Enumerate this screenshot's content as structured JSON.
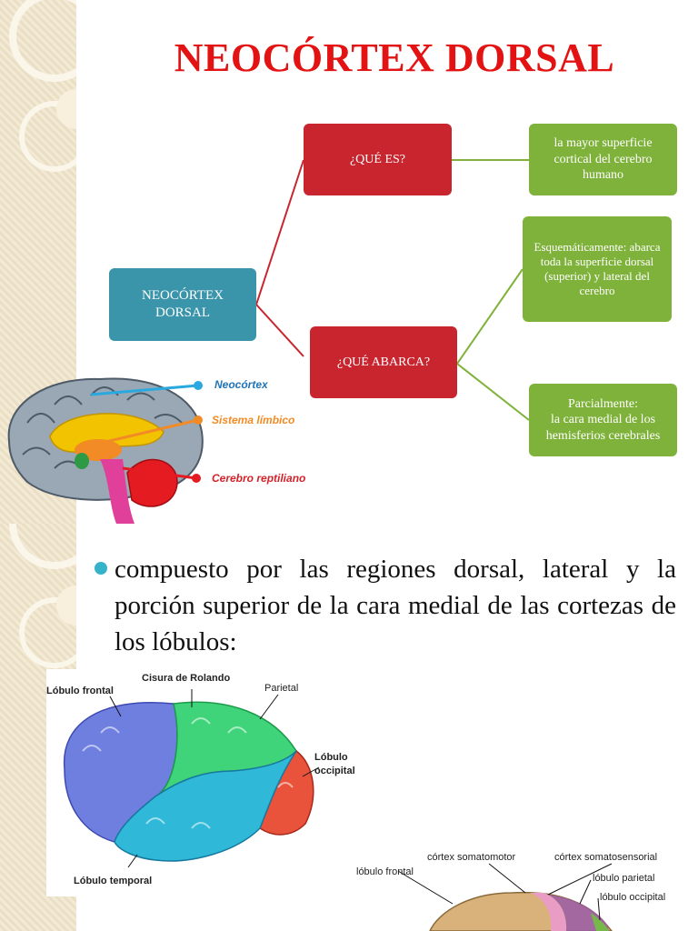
{
  "slide1": {
    "title": "NEOCÓRTEX DORSAL",
    "root_box": "NEOCÓRTEX DORSAL",
    "branch1": "¿QUÉ ES?",
    "branch1_leaf": "la mayor superficie cortical del cerebro humano",
    "branch2": "¿QUÉ ABARCA?",
    "branch2_leaf1": "Esquemáticamente: abarca toda la superficie dorsal (superior) y lateral del cerebro",
    "branch2_leaf2_head": "Parcialmente:",
    "branch2_leaf2_body": "la cara medial de los hemisferios cerebrales",
    "brain_labels": {
      "neocortex": "Neocórtex",
      "limbico": "Sistema límbico",
      "reptiliano": "Cerebro reptiliano"
    },
    "colors": {
      "title": "#e31313",
      "teal": "#3a95ab",
      "red": "#c8252f",
      "green": "#7fb23a"
    }
  },
  "slide2": {
    "bullet_text": "compuesto por  las regiones dorsal, lateral y la porción superior de la cara medial de las cortezas de los lóbulos:",
    "lobes_labels": {
      "frontal": "Lóbulo frontal",
      "rolando": "Cisura de Rolando",
      "parietal": "Parietal",
      "occipital_1": "Lóbulo",
      "occipital_2": "occipital",
      "temporal": "Lóbulo temporal"
    },
    "cortex_labels": {
      "somatomotor": "córtex somatomotor",
      "somatosensorial": "córtex somatosensorial",
      "frontal": "lóbulo frontal",
      "parietal": "lóbulo parietal",
      "occipital": "lóbulo occipital"
    }
  }
}
